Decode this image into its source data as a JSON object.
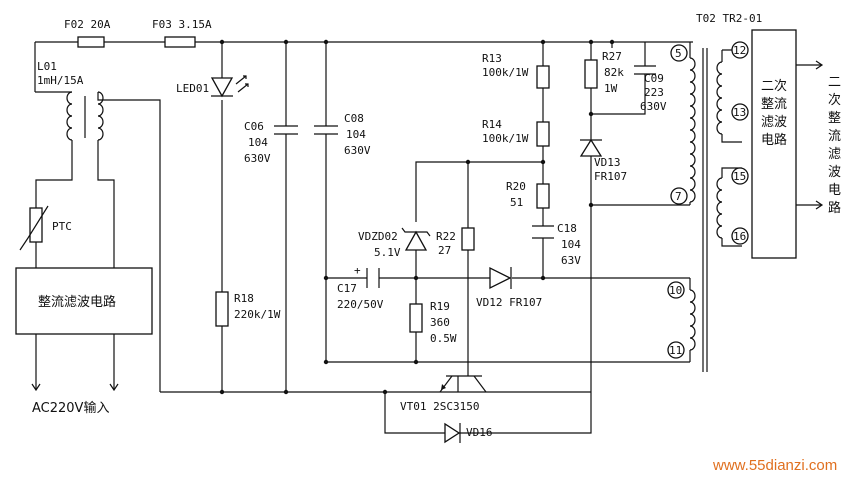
{
  "fuses": {
    "f02": "F02 20A",
    "f03": "F03 3.15A"
  },
  "transformer_label": "T02 TR2-01",
  "inductor": {
    "name": "L01",
    "value": "1mH/15A"
  },
  "ptc": "PTC",
  "led": "LED01",
  "caps": {
    "c06": [
      "C06",
      "104",
      "630V"
    ],
    "c08": [
      "C08",
      "104",
      "630V"
    ],
    "c09": [
      "C09",
      "223",
      "630V"
    ],
    "c17": [
      "C17",
      "220/50V"
    ],
    "c18": [
      "C18",
      "104",
      "63V"
    ]
  },
  "resistors": {
    "r13": [
      "R13",
      "100k/1W"
    ],
    "r14": [
      "R14",
      "100k/1W"
    ],
    "r18": [
      "R18",
      "220k/1W"
    ],
    "r19": [
      "R19",
      "360",
      "0.5W"
    ],
    "r20": [
      "R20",
      "51"
    ],
    "r22": [
      "R22",
      "27"
    ],
    "r27": [
      "R27",
      "82k",
      "1W"
    ]
  },
  "diodes": {
    "vd12": "VD12 FR107",
    "vd13": [
      "VD13",
      "FR107"
    ],
    "vd16": "VD16",
    "vdzd02": [
      "VDZD02",
      "5.1V"
    ]
  },
  "transistor": "VT01 2SC3150",
  "pins": [
    "5",
    "7",
    "10",
    "11",
    "12",
    "13",
    "15",
    "16"
  ],
  "rectifier_box": "整流滤波电路",
  "secondary_box": [
    "二次",
    "整流",
    "滤波",
    "电路"
  ],
  "output_label": [
    "二",
    "次",
    "整",
    "流",
    "滤",
    "波",
    "电",
    "路"
  ],
  "input_label": "AC220V输入",
  "watermark": "www.55dianzi.com"
}
